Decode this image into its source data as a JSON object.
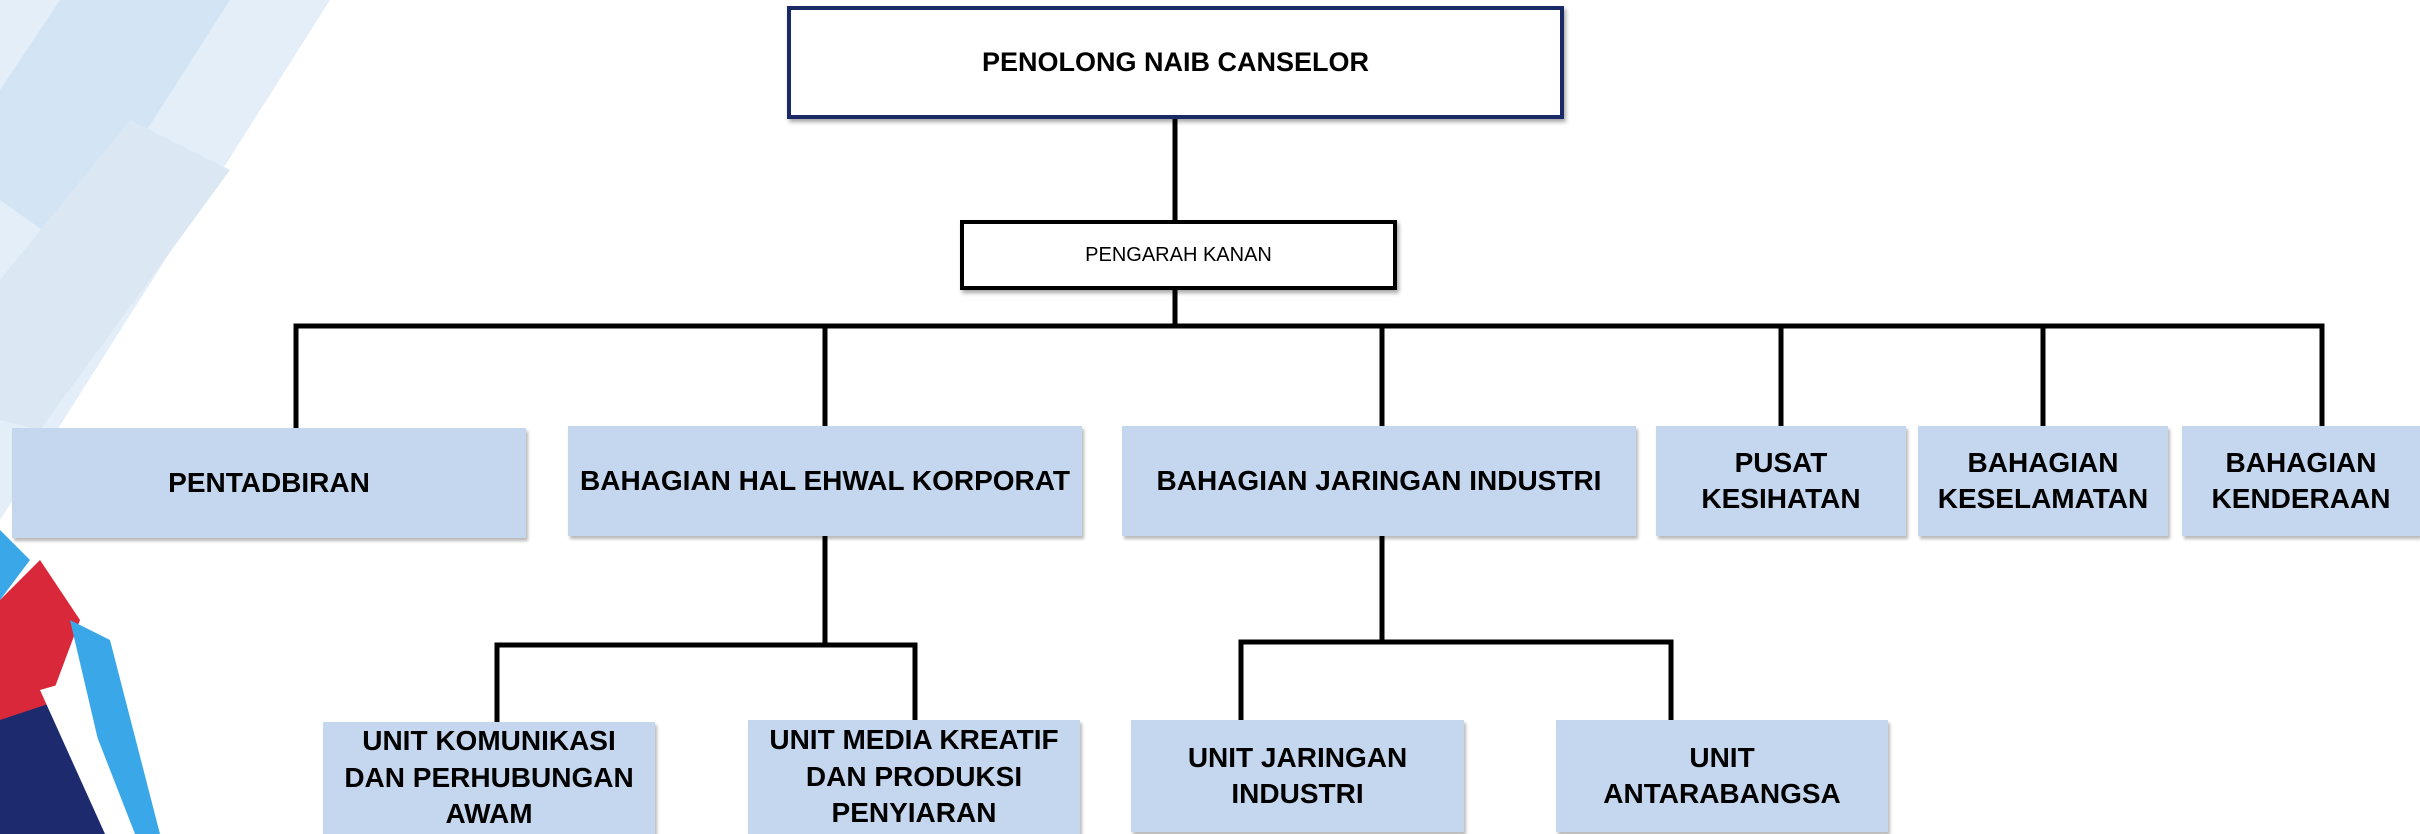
{
  "chart": {
    "root": "PENOLONG NAIB CANSELOR",
    "director": "PENGARAH KANAN",
    "departments": [
      "PENTADBIRAN",
      "BAHAGIAN HAL EHWAL KORPORAT",
      "BAHAGIAN JARINGAN INDUSTRI",
      "PUSAT KESIHATAN",
      "BAHAGIAN KESELAMATAN",
      "BAHAGIAN KENDERAAN"
    ],
    "units": [
      "UNIT KOMUNIKASI DAN PERHUBUNGAN AWAM",
      "UNIT MEDIA KREATIF DAN PRODUKSI PENYIARAN",
      "UNIT JARINGAN INDUSTRI",
      "UNIT ANTARABANGSA"
    ]
  },
  "colors": {
    "box_fill": "#c5d7ef",
    "root_border": "#1a2a66",
    "connector": "#000000"
  }
}
